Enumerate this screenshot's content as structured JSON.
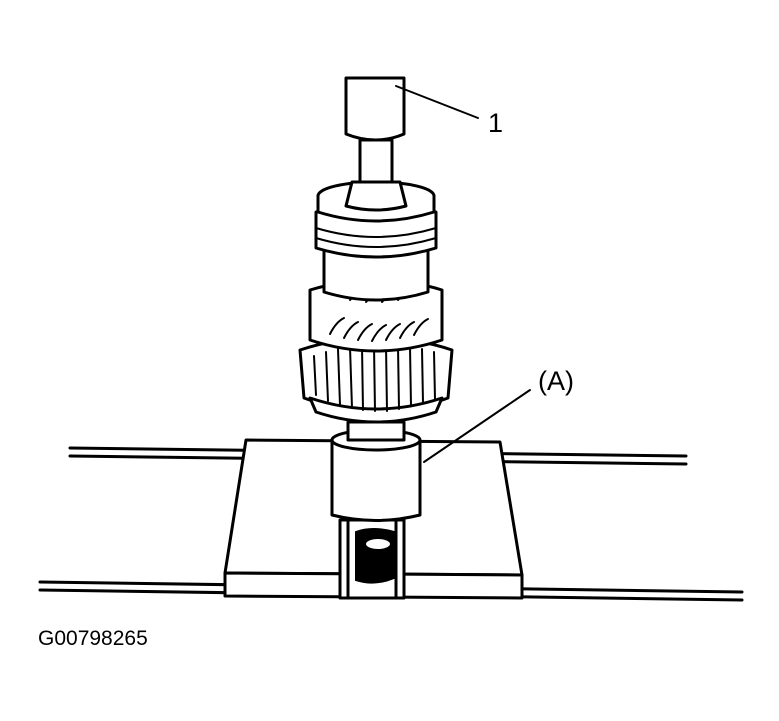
{
  "labels": {
    "callout_1": "1",
    "callout_a": "(A)",
    "figure_id": "G00798265"
  }
}
